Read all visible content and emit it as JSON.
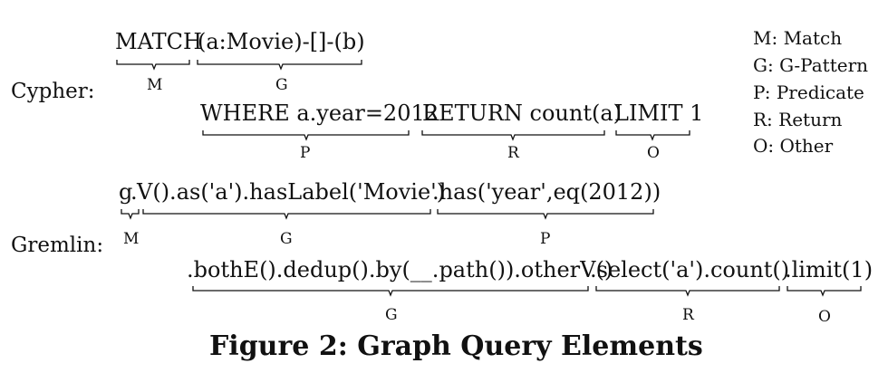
{
  "cypher": {
    "name": "Cypher:",
    "line1": {
      "kw": "MATCH",
      "pattern": "(a:Movie)-[]-(b)"
    },
    "line2": {
      "where": "WHERE a.year=2012",
      "ret": "RETURN count(a)",
      "lim": "LIMIT 1"
    },
    "labels": {
      "m": "M",
      "g": "G",
      "p": "P",
      "r": "R",
      "o": "O"
    }
  },
  "gremlin": {
    "name": "Gremlin:",
    "line1": {
      "g": "g",
      "dot": ".",
      "pattern": "V().as('a').hasLabel('Movie')",
      "pred": ".has('year',eq(2012))"
    },
    "line2": {
      "pattern": ".bothE().dedup().by(__.path()).otherV()",
      "ret": ".select('a').count()",
      "lim": ".limit(1)"
    },
    "labels": {
      "m": "M",
      "g1": "G",
      "p": "P",
      "g2": "G",
      "r": "R",
      "o": "O"
    }
  },
  "legend": [
    "M: Match",
    "G: G-Pattern",
    "P: Predicate",
    "R: Return",
    "O: Other"
  ],
  "caption": "Figure 2: Graph Query Elements"
}
